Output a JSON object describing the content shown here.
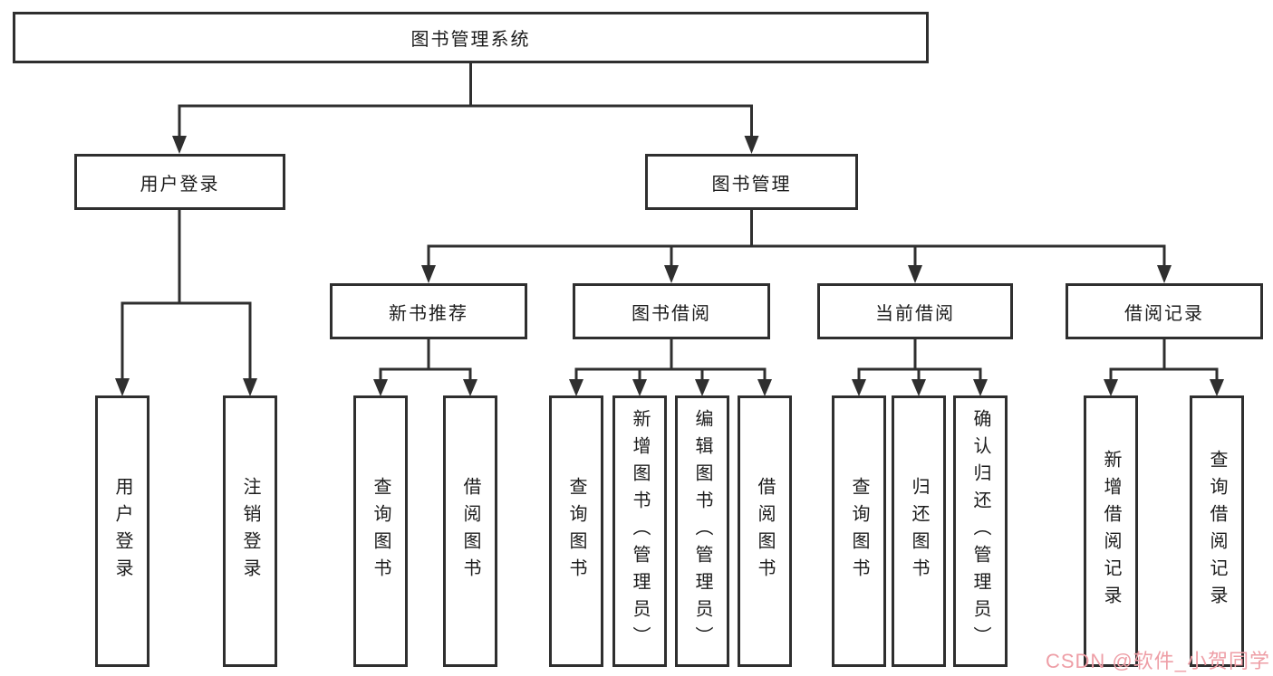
{
  "diagram": {
    "title": "图书管理系统",
    "root": {
      "label": "图书管理系统"
    },
    "level2": [
      {
        "label": "用户登录"
      },
      {
        "label": "图书管理"
      }
    ],
    "level3": [
      {
        "label": "新书推荐"
      },
      {
        "label": "图书借阅"
      },
      {
        "label": "当前借阅"
      },
      {
        "label": "借阅记录"
      }
    ],
    "leaves": [
      {
        "label": "用户登录",
        "parent": "用户登录"
      },
      {
        "label": "注销登录",
        "parent": "用户登录"
      },
      {
        "label": "查询图书",
        "parent": "新书推荐"
      },
      {
        "label": "借阅图书",
        "parent": "新书推荐"
      },
      {
        "label": "查询图书",
        "parent": "图书借阅"
      },
      {
        "label": "新增图书（管理员）",
        "parent": "图书借阅"
      },
      {
        "label": "编辑图书（管理员）",
        "parent": "图书借阅"
      },
      {
        "label": "借阅图书",
        "parent": "图书借阅"
      },
      {
        "label": "查询图书",
        "parent": "当前借阅"
      },
      {
        "label": "归还图书",
        "parent": "当前借阅"
      },
      {
        "label": "确认归还（管理员）",
        "parent": "当前借阅"
      },
      {
        "label": "新增借阅记录",
        "parent": "借阅记录"
      },
      {
        "label": "查询借阅记录",
        "parent": "借阅记录"
      }
    ],
    "watermark": "CSDN @软件_小贺同学",
    "colors": {
      "line": "#2f2f2f",
      "text": "#1c1c1c",
      "box_background": "#ffffff",
      "page_background": "#ffffff",
      "watermark": "#ee9ea6"
    }
  }
}
